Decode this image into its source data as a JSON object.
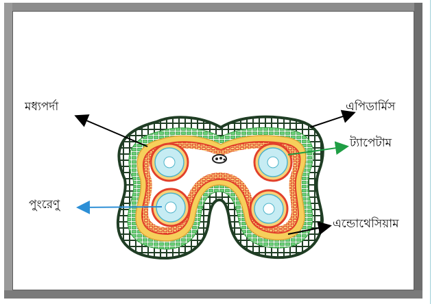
{
  "labels": {
    "mesophyll": "মধ্যপর্দা",
    "epidermis": "এপিডার্মিস",
    "tapetum": "ট্যাপেটাম",
    "pollen": "পুংরেণু",
    "endothecium": "এন্ডোথেসিয়াম"
  },
  "colors": {
    "outer_layer": "#1f3d24",
    "endothecium_layer": "#3fae4a",
    "tapetum_layer": "#e1402b",
    "middle_layer": "#f2c84b",
    "pollen_sac": "#b8e3ee",
    "arrow_black": "#000000",
    "arrow_green": "#1f9e44",
    "arrow_blue": "#2d8fd6"
  }
}
